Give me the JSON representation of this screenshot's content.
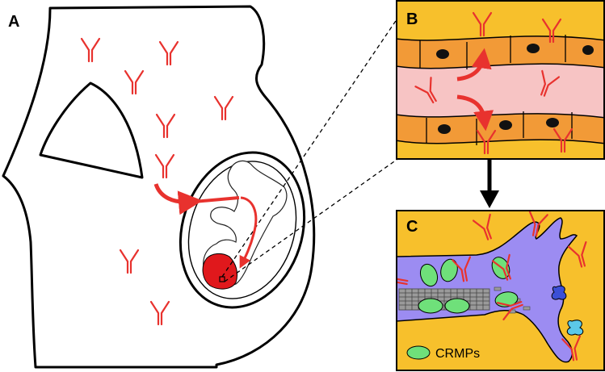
{
  "panels": {
    "a": {
      "label": "A"
    },
    "b": {
      "label": "B"
    },
    "c": {
      "label": "C"
    }
  },
  "legend": {
    "crmps_label": "CRMPs"
  },
  "colors": {
    "antibody": "#e8322e",
    "panel_bg": "#f7c02c",
    "vessel_lumen": "#f7c4c4",
    "endothelial": "#f29a37",
    "neuron": "#9c8cf2",
    "crmp": "#6fe07a",
    "receptor_blue": "#3b4fd6",
    "receptor_cyan": "#5cc8e8",
    "fetal_brain": "#e0181c"
  },
  "icons": [
    "antibody-icon",
    "crmp-icon",
    "receptor-icon",
    "down-arrow-icon",
    "red-curved-arrow-icon"
  ]
}
